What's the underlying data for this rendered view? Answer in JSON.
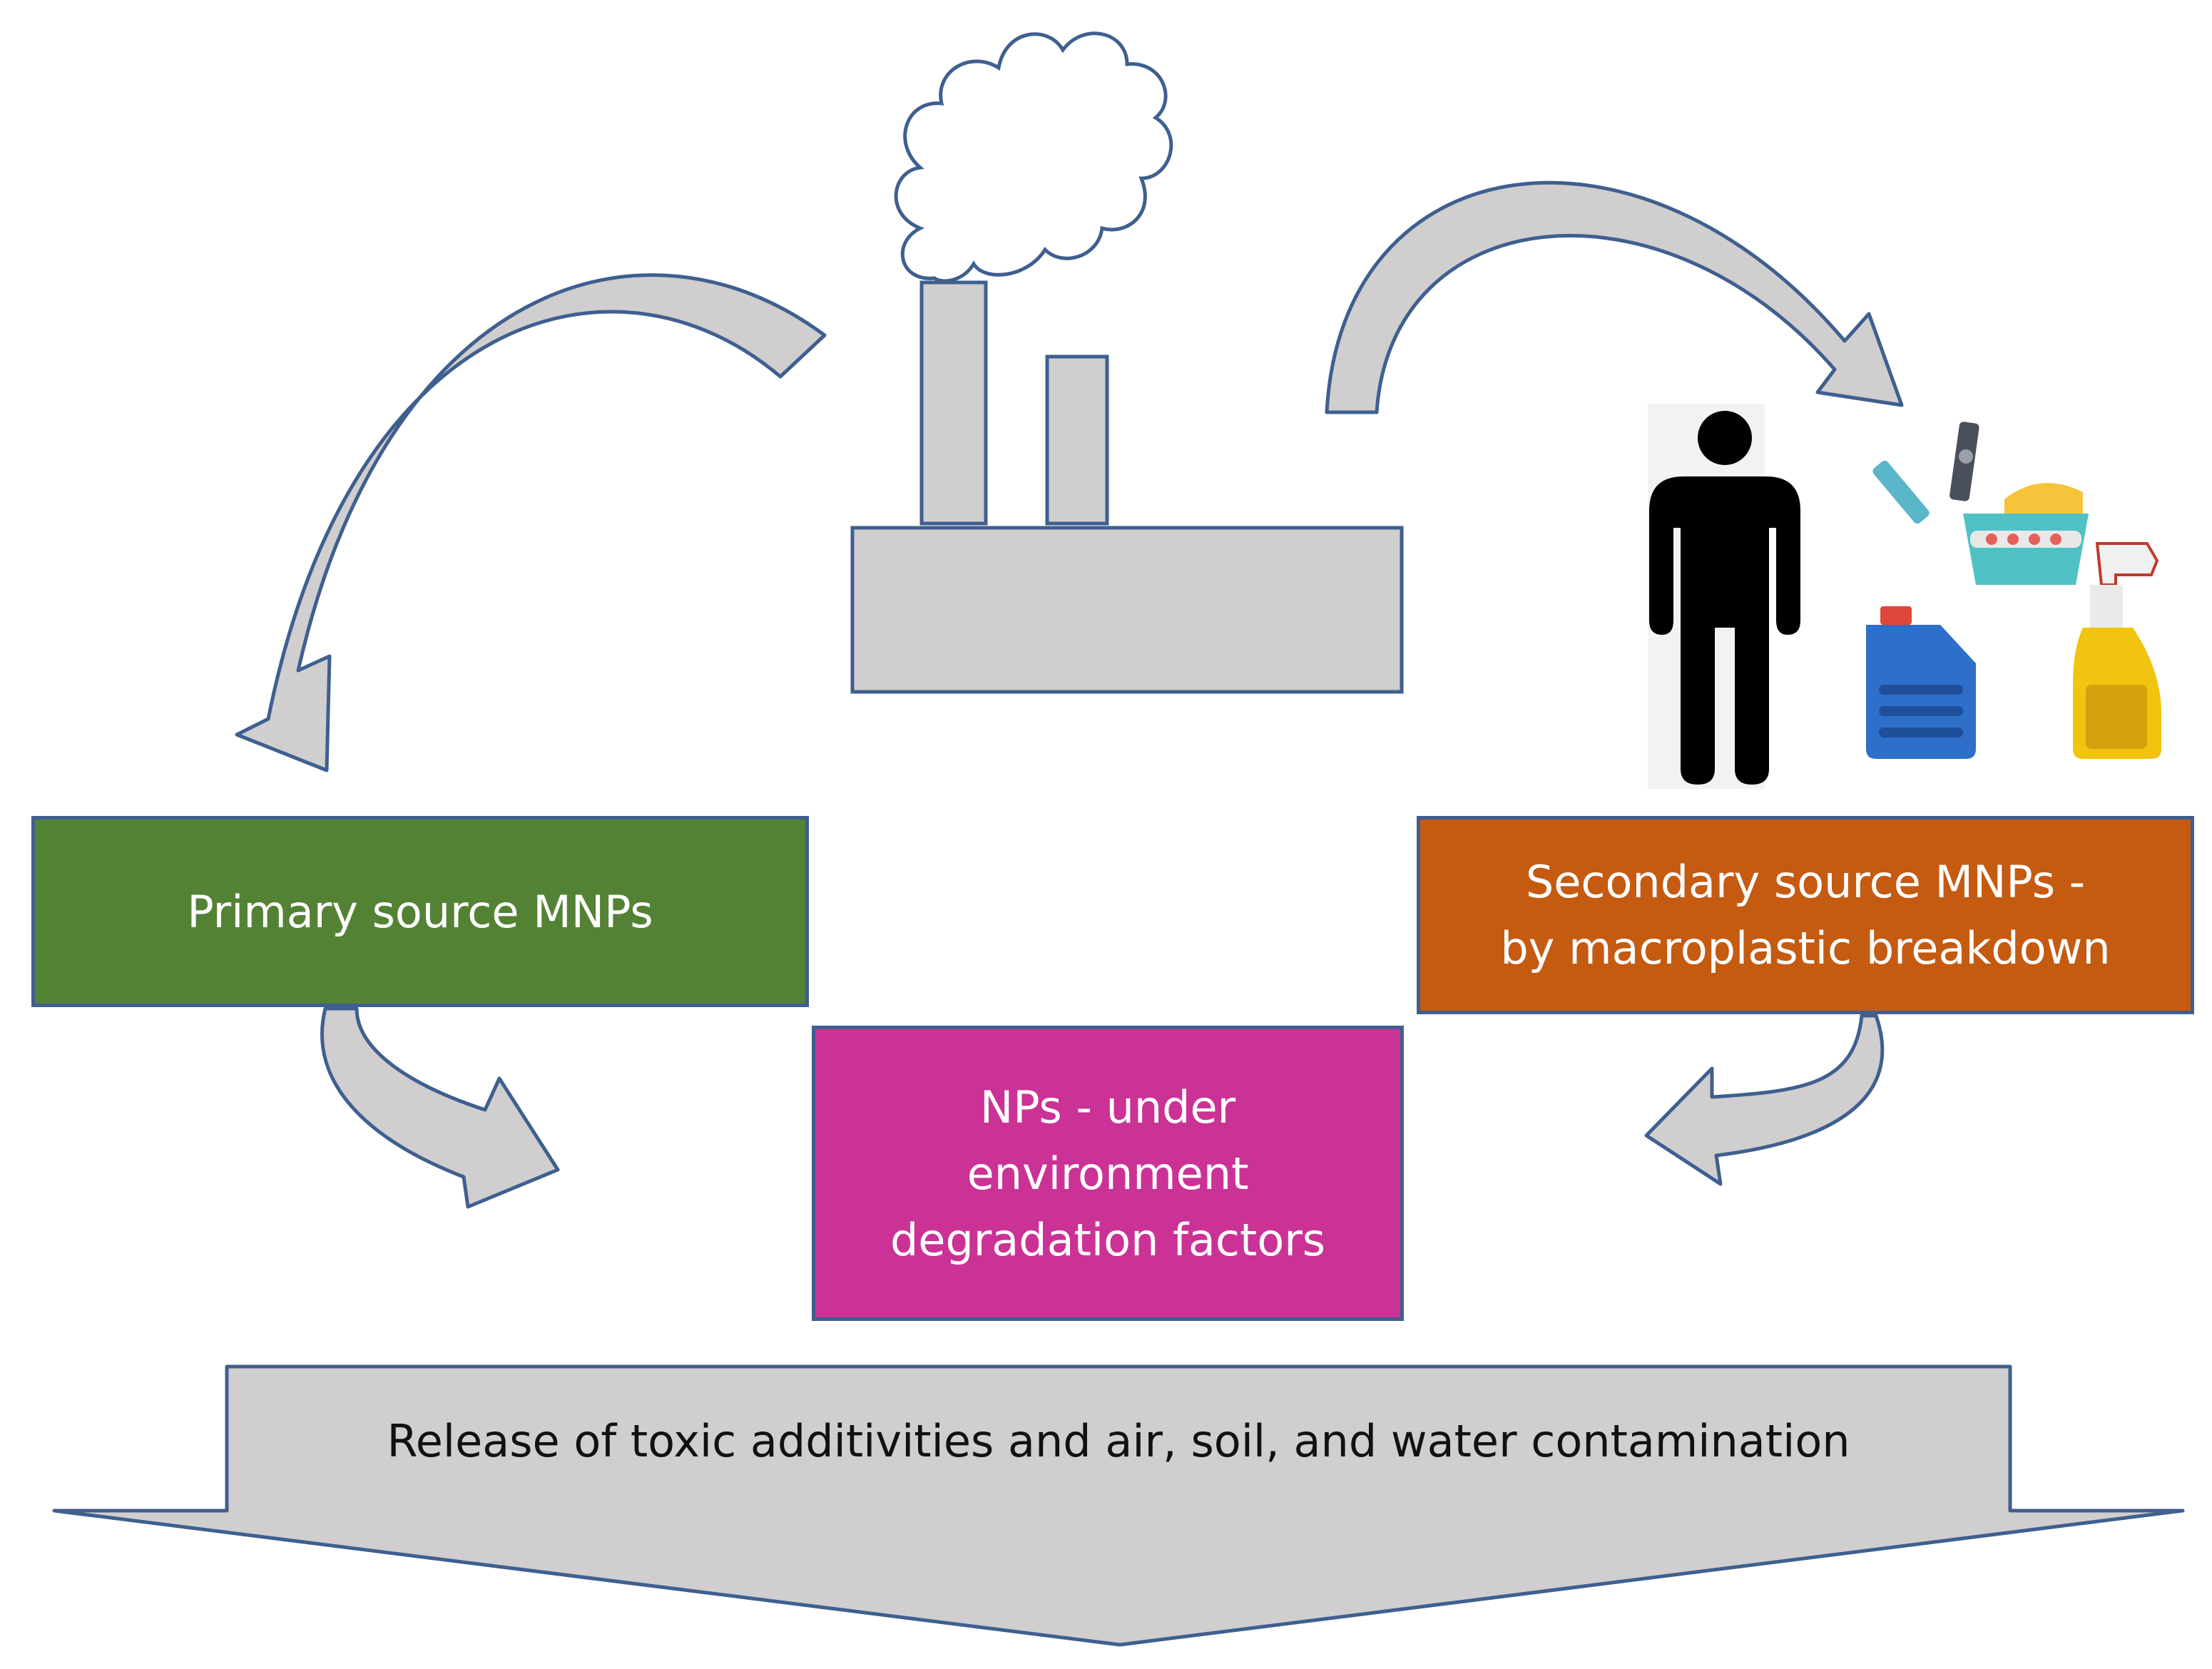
{
  "boxes": {
    "primary": "Primary source MNPs",
    "secondary": [
      "Secondary source MNPs -",
      "by macroplastic breakdown"
    ],
    "np": [
      "NPs - under",
      "environment",
      "degradation factors"
    ]
  },
  "release": "Release of toxic additivities and air, soil, and water contamination",
  "icons": [
    "factory-icon",
    "smoke-cloud-icon",
    "person-icon",
    "clothespin-icon",
    "laundry-basket-icon",
    "detergent-bottle-icon",
    "spray-bottle-icon"
  ],
  "colors": {
    "primary": "#548235",
    "secondary": "#c55a11",
    "np": "#cb3296",
    "arrow_fill": "#d0cece",
    "outline": "#3f5f8f"
  }
}
